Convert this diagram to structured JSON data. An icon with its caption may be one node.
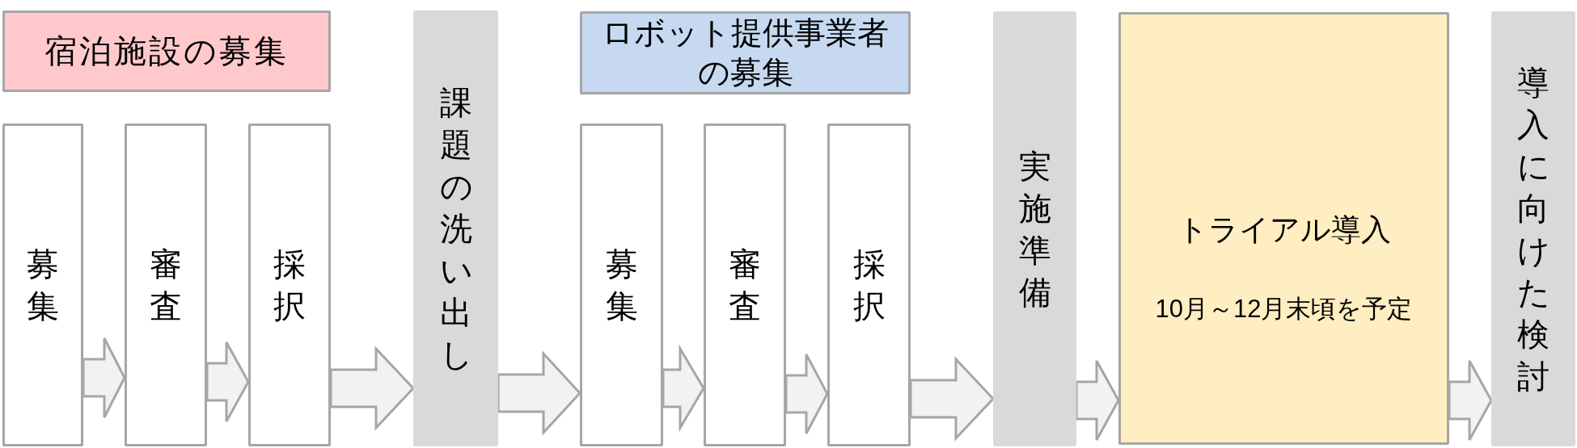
{
  "diagram": {
    "nodes": [
      {
        "text": [
          "宿泊施設の募集"
        ]
      },
      {
        "text": [
          "募集"
        ]
      },
      {
        "text": [
          "審査"
        ]
      },
      {
        "text": [
          "採択"
        ]
      },
      {
        "text": [
          "課題の洗い出し"
        ]
      },
      {
        "text": [
          "ロボット提供事業者の募集"
        ]
      },
      {
        "text": [
          "募集"
        ]
      },
      {
        "text": [
          "審査"
        ]
      },
      {
        "text": [
          "採択"
        ]
      },
      {
        "text": [
          "実施準備"
        ]
      },
      {
        "text": [
          "トライアル導入",
          "10月～12月末頃を予定"
        ]
      },
      {
        "text": [
          "導入に向けた検討"
        ]
      }
    ],
    "edges": [
      {
        "from": 1,
        "to": 2,
        "arrow": "to"
      },
      {
        "from": 2,
        "to": 3,
        "arrow": "to"
      },
      {
        "from": 3,
        "to": 4,
        "arrow": "to"
      },
      {
        "from": 4,
        "to": 6,
        "arrow": "to"
      },
      {
        "from": 6,
        "to": 7,
        "arrow": "to"
      },
      {
        "from": 7,
        "to": 8,
        "arrow": "to"
      },
      {
        "from": 8,
        "to": 9,
        "arrow": "to"
      },
      {
        "from": 9,
        "to": 10,
        "arrow": "to"
      },
      {
        "from": 10,
        "to": 11,
        "arrow": "to"
      }
    ]
  }
}
